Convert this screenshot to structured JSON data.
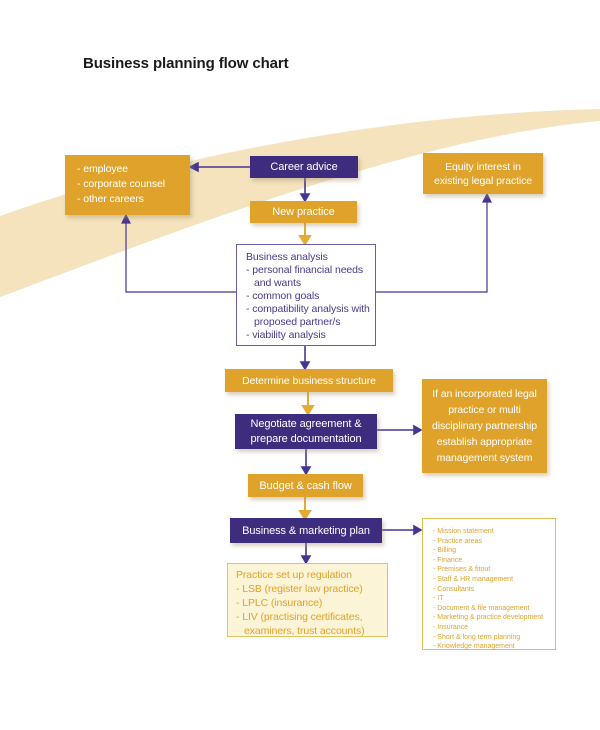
{
  "page": {
    "title": "Business planning flow chart"
  },
  "colors": {
    "gold": "#DFA32B",
    "purple_box": "#3E2C7E",
    "arrow_purple": "#463593",
    "arrow_gold": "#E2AC35",
    "swoosh": "#F4E3BD",
    "regulation_bg": "#FCF4D6",
    "outline_gold": "#E4BD55",
    "text_purple": "#4A3990"
  },
  "nodes": {
    "careers": {
      "items": [
        "employee",
        "corporate counsel",
        "other careers"
      ]
    },
    "career_advice": {
      "label": "Career advice"
    },
    "equity": {
      "label": "Equity interest in existing legal practice"
    },
    "new_practice": {
      "label": "New practice"
    },
    "business_analysis": {
      "title": "Business analysis",
      "items": [
        "personal financial needs and wants",
        "common goals",
        "compatibility analysis with proposed partner/s",
        "viability analysis"
      ]
    },
    "determine_structure": {
      "label": "Determine business structure"
    },
    "negotiate": {
      "label": "Negotiate agreement & prepare documentation"
    },
    "incorporated": {
      "label": "If an incorporated legal practice or multi disciplinary partnership establish appropriate management system"
    },
    "budget": {
      "label": "Budget & cash flow"
    },
    "marketing_plan": {
      "label": "Business & marketing plan"
    },
    "regulation": {
      "title": "Practice set up regulation",
      "items": [
        "LSB (register law practice)",
        "LPLC (insurance)",
        "LIV (practising certificates, examiners, trust accounts)"
      ]
    },
    "management_list": {
      "items": [
        "Mission statement",
        "Practice areas",
        "Billing",
        "Finance",
        "Premises & fitout",
        "Staff & HR management",
        "Consultants",
        "IT",
        "Document & file management",
        "Marketing & practice development",
        "Insurance",
        "Short & long term planning",
        "Knowledge management"
      ]
    }
  }
}
